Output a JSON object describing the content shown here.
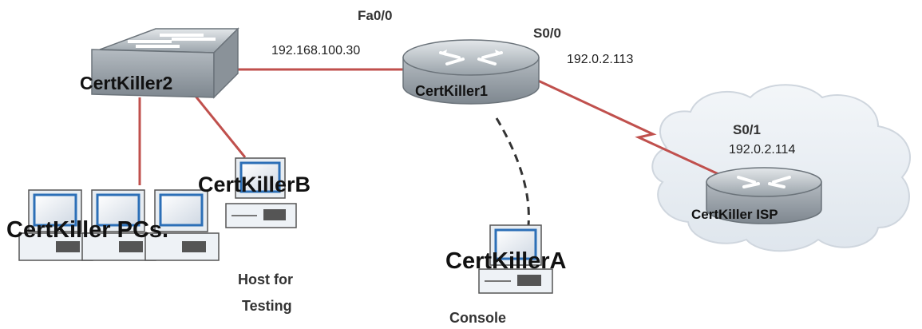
{
  "labels": {
    "fa00": "Fa0/0",
    "ip_fa00": "192.168.100.30",
    "s00": "S0/0",
    "ip_s00": "192.0.2.113",
    "s01": "S0/1",
    "ip_s01": "192.0.2.114"
  },
  "devices": {
    "switch": "CertKiller2",
    "router1": "CertKiller1",
    "isp_router": "CertKiller ISP",
    "host_b": "CertKillerB",
    "host_a": "CertKillerA",
    "pcs": "CertKiller PCs."
  },
  "captions": {
    "host_for_testing_line1": "Host for",
    "host_for_testing_line2": "Testing",
    "console": "Console"
  },
  "colors": {
    "link": "#c0504d",
    "device": "#aeb6bd",
    "cloud": "#e9eef3"
  }
}
